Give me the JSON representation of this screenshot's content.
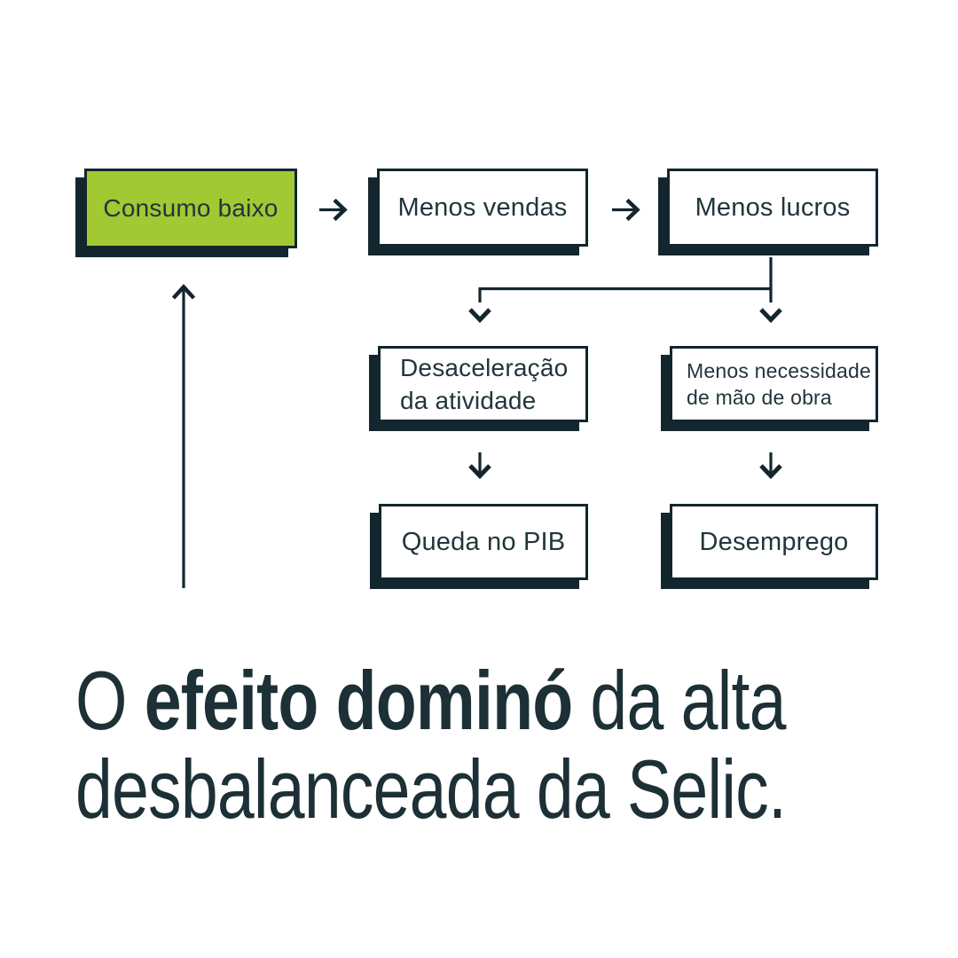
{
  "colors": {
    "background": "#ffffff",
    "accent": "#a2c833",
    "dark": "#13262e",
    "box_text": "#22353b",
    "title_text": "#1c3036"
  },
  "icons": {
    "arrow_right_icon": "→",
    "arrow_down_icon": "↓",
    "arrow_up_icon": "↑"
  },
  "diagram": {
    "boxes": [
      {
        "id": "consumo-baixo",
        "label": "Consumo baixo",
        "highlighted": true
      },
      {
        "id": "menos-vendas",
        "label": "Menos vendas",
        "highlighted": false
      },
      {
        "id": "menos-lucros",
        "label": "Menos lucros",
        "highlighted": false
      },
      {
        "id": "desaceleracao",
        "label": "Desaceleração\nda atividade",
        "highlighted": false
      },
      {
        "id": "menos-necessidade",
        "label": "Menos necessidade\nde mão de obra",
        "highlighted": false
      },
      {
        "id": "queda-pib",
        "label": "Queda no PIB",
        "highlighted": false
      },
      {
        "id": "desemprego",
        "label": "Desemprego",
        "highlighted": false
      }
    ],
    "edges": [
      {
        "from": "consumo-baixo",
        "to": "menos-vendas",
        "type": "arrow-right"
      },
      {
        "from": "menos-vendas",
        "to": "menos-lucros",
        "type": "arrow-right"
      },
      {
        "from": "menos-lucros",
        "to": "desaceleracao",
        "type": "branch-arrow-down"
      },
      {
        "from": "menos-lucros",
        "to": "menos-necessidade",
        "type": "branch-arrow-down"
      },
      {
        "from": "desaceleracao",
        "to": "queda-pib",
        "type": "arrow-down"
      },
      {
        "from": "menos-necessidade",
        "to": "desemprego",
        "type": "arrow-down"
      },
      {
        "from": "bottom-of-chain",
        "to": "consumo-baixo",
        "type": "feedback-arrow-up"
      }
    ]
  },
  "title": {
    "prefix": "O ",
    "emphasis": "efeito dominó",
    "suffix": " da alta",
    "line2": "desbalanceada da Selic."
  }
}
